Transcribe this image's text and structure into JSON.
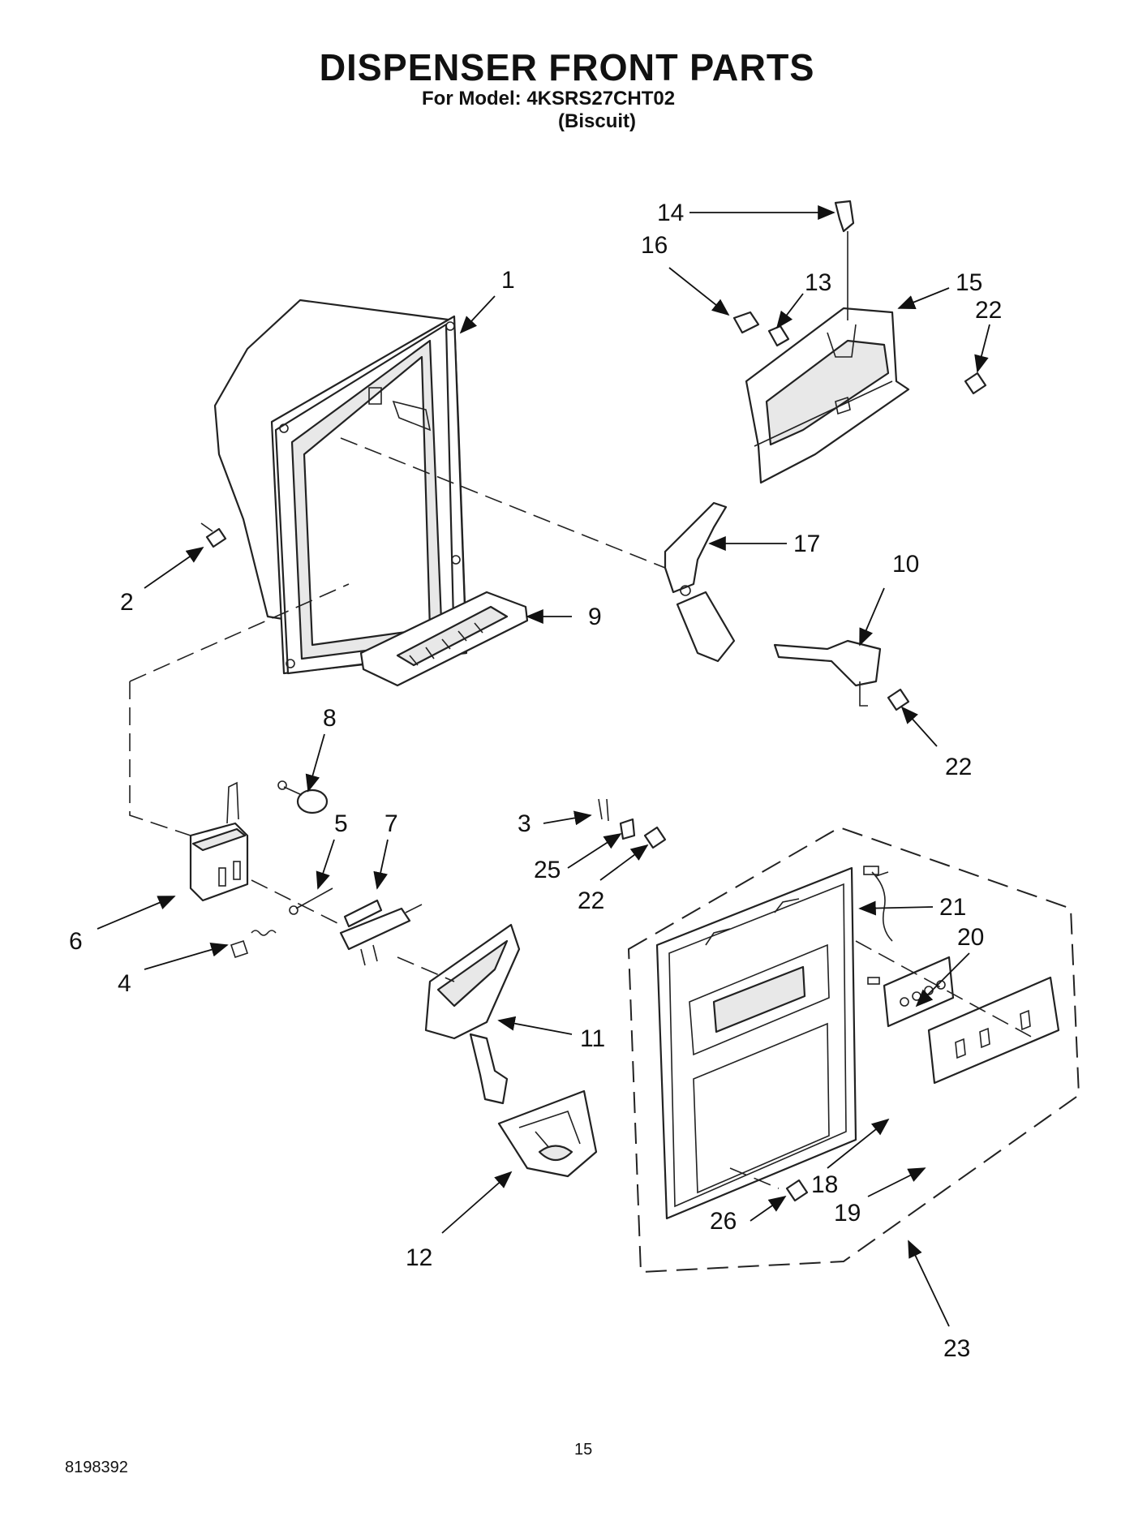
{
  "header": {
    "title": "DISPENSER FRONT PARTS",
    "model_line": "For Model: 4KSRS27CHT02",
    "color_line": "(Biscuit)"
  },
  "footer": {
    "page_number": "15",
    "document_number": "8198392"
  },
  "callouts": [
    "1",
    "2",
    "3",
    "4",
    "5",
    "6",
    "7",
    "8",
    "9",
    "10",
    "11",
    "12",
    "13",
    "14",
    "15",
    "16",
    "17",
    "18",
    "19",
    "20",
    "21",
    "22",
    "23",
    "25",
    "26"
  ]
}
